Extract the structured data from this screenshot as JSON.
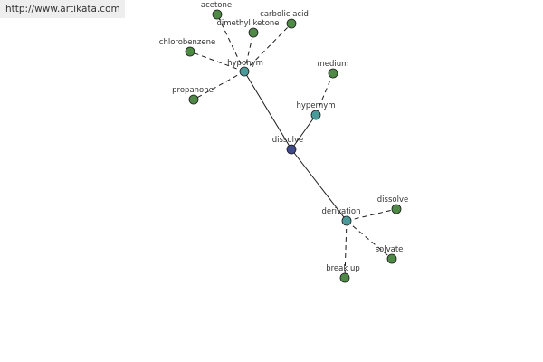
{
  "site": {
    "url": "http://www.artikata.com"
  },
  "colors": {
    "center": "#3f4a8a",
    "relation": "#4a9a9a",
    "word": "#4e8a46",
    "stroke": "#1a1a1a"
  },
  "graph": {
    "nodes": [
      {
        "id": "dissolve_center",
        "label": "dissolve",
        "kind": "center"
      },
      {
        "id": "hyponym",
        "label": "hyponym",
        "kind": "relation"
      },
      {
        "id": "hypernym",
        "label": "hypernym",
        "kind": "relation"
      },
      {
        "id": "derivation",
        "label": "derivation",
        "kind": "relation"
      },
      {
        "id": "acetone",
        "label": "acetone",
        "kind": "word"
      },
      {
        "id": "dimethyl_ketone",
        "label": "dimethyl ketone",
        "kind": "word"
      },
      {
        "id": "carbolic_acid",
        "label": "carbolic acid",
        "kind": "word"
      },
      {
        "id": "chlorobenzene",
        "label": "chlorobenzene",
        "kind": "word"
      },
      {
        "id": "propanone",
        "label": "propanone",
        "kind": "word"
      },
      {
        "id": "medium",
        "label": "medium",
        "kind": "word"
      },
      {
        "id": "dissolve_word",
        "label": "dissolve",
        "kind": "word"
      },
      {
        "id": "solvate",
        "label": "solvate",
        "kind": "word"
      },
      {
        "id": "break_up",
        "label": "break up",
        "kind": "word"
      }
    ],
    "edges": [
      {
        "from": "dissolve_center",
        "to": "hyponym",
        "style": "solid"
      },
      {
        "from": "dissolve_center",
        "to": "hypernym",
        "style": "solid"
      },
      {
        "from": "dissolve_center",
        "to": "derivation",
        "style": "solid"
      },
      {
        "from": "hyponym",
        "to": "acetone",
        "style": "dashed"
      },
      {
        "from": "hyponym",
        "to": "dimethyl_ketone",
        "style": "dashed"
      },
      {
        "from": "hyponym",
        "to": "carbolic_acid",
        "style": "dashed"
      },
      {
        "from": "hyponym",
        "to": "chlorobenzene",
        "style": "dashed"
      },
      {
        "from": "hyponym",
        "to": "propanone",
        "style": "dashed"
      },
      {
        "from": "hypernym",
        "to": "medium",
        "style": "dashed"
      },
      {
        "from": "derivation",
        "to": "dissolve_word",
        "style": "dashed"
      },
      {
        "from": "derivation",
        "to": "solvate",
        "style": "dashed"
      },
      {
        "from": "derivation",
        "to": "break_up",
        "style": "dashed"
      }
    ]
  }
}
